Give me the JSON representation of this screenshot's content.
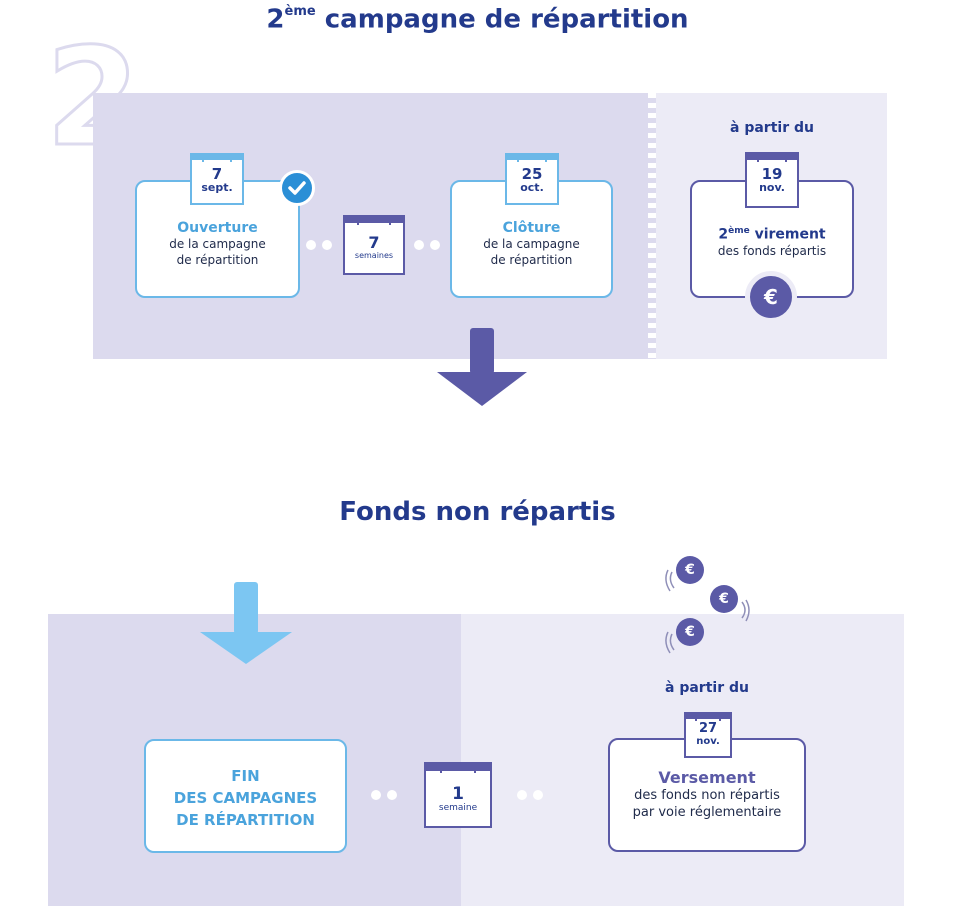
{
  "campaign": {
    "number": "2",
    "title_sup": "ème",
    "title_main": "campagne de répartition",
    "title_prefix": "2"
  },
  "opening": {
    "cal_day": "7",
    "cal_month": "sept.",
    "head": "Ouverture",
    "line1": "de la campagne",
    "line2": "de répartition"
  },
  "duration": {
    "value": "7",
    "unit": "semaines"
  },
  "closing": {
    "cal_day": "25",
    "cal_month": "oct.",
    "head": "Clôture",
    "line1": "de la campagne",
    "line2": "de répartition"
  },
  "transfer": {
    "from_label": "à partir du",
    "cal_day": "19",
    "cal_month": "nov.",
    "ordinal": "2",
    "ordinal_sup": "ème",
    "head": "virement",
    "line1": "des fonds répartis",
    "coin_symbol": "€"
  },
  "section2_title": "Fonds non répartis",
  "end_box": {
    "line1": "FIN",
    "line2": "DES CAMPAGNES",
    "line3": "DE RÉPARTITION"
  },
  "week": {
    "value": "1",
    "unit": "semaine"
  },
  "payment": {
    "from_label": "à partir du",
    "cal_day": "27",
    "cal_month": "nov.",
    "head": "Versement",
    "line1": "des fonds non répartis",
    "line2": "par voie réglementaire"
  },
  "coins": [
    "€",
    "€",
    "€"
  ],
  "colors": {
    "navy": "#233a8c",
    "purple": "#5b5aa6",
    "light_blue": "#6bb8e8",
    "arrow_light_blue": "#7cc6f2",
    "panel_dark": "#dcdaee",
    "panel_light": "#ecebf6"
  }
}
